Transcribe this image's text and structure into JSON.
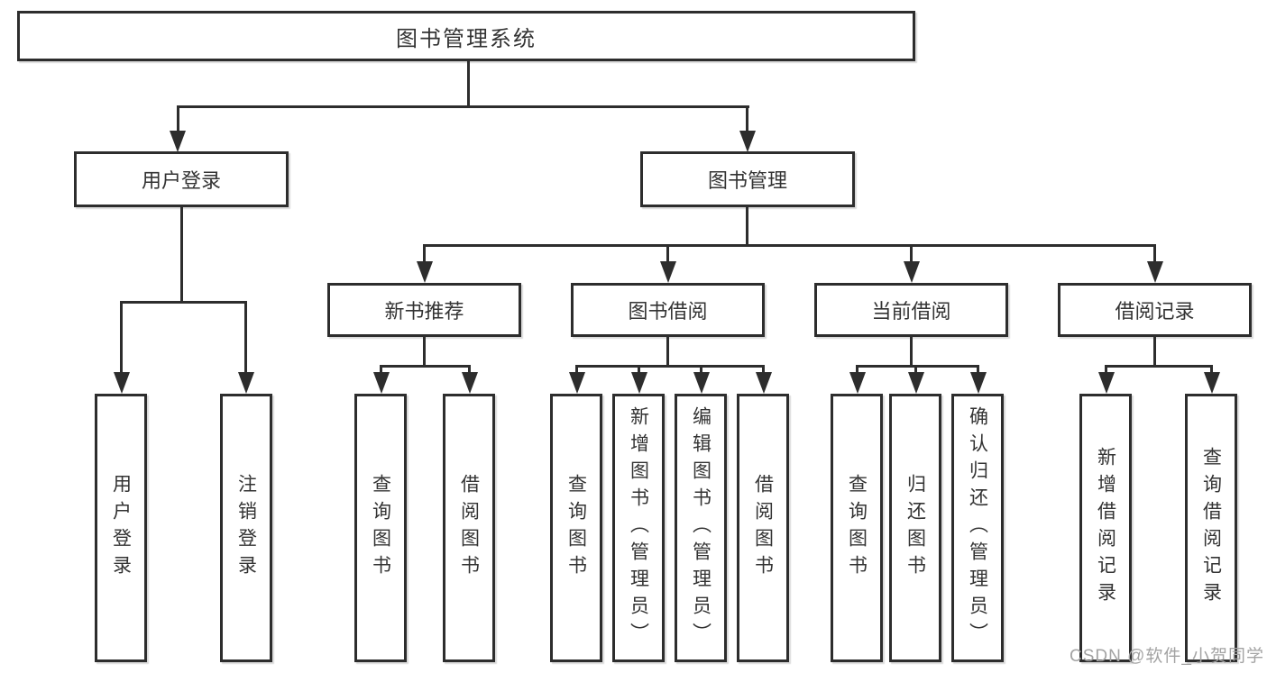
{
  "root": {
    "label": "图书管理系统"
  },
  "level2": {
    "user_login": {
      "label": "用户登录"
    },
    "book_management": {
      "label": "图书管理"
    }
  },
  "level3": {
    "new_book_recommend": {
      "label": "新书推荐"
    },
    "book_borrow": {
      "label": "图书借阅"
    },
    "current_borrow": {
      "label": "当前借阅"
    },
    "borrow_record": {
      "label": "借阅记录"
    }
  },
  "leaves": {
    "user_login": {
      "label": "用户登录"
    },
    "logout": {
      "label": "注销登录"
    },
    "nb_query_book": {
      "label": "查询图书"
    },
    "nb_borrow_book": {
      "label": "借阅图书"
    },
    "bb_query_book": {
      "label": "查询图书"
    },
    "bb_add_book_admin": {
      "label": "新增图书（管理员）"
    },
    "bb_edit_book_admin": {
      "label": "编辑图书（管理员）"
    },
    "bb_borrow_book": {
      "label": "借阅图书"
    },
    "cb_query_book": {
      "label": "查询图书"
    },
    "cb_return_book": {
      "label": "归还图书"
    },
    "cb_confirm_return_admin": {
      "label": "确认归还（管理员）"
    },
    "br_add_record": {
      "label": "新增借阅记录"
    },
    "br_query_record": {
      "label": "查询借阅记录"
    }
  },
  "watermark": {
    "text": "CSDN @软件_小贺同学"
  },
  "colors": {
    "line": "#2d2d2d",
    "text": "#333333",
    "watermark": "#a3a3a3",
    "background": "#ffffff"
  }
}
